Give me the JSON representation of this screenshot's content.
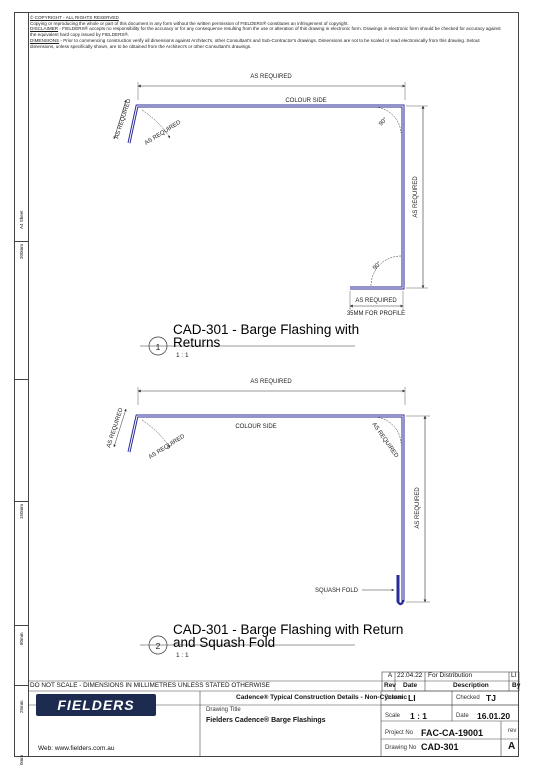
{
  "notice": {
    "copyright_heading": "© COPYRIGHT - ALL RIGHTS RESERVED",
    "copyright_text": "Copying or reproducing the whole or part of this document in any form without the written permission of FIELDERS® constitutes an infringement of copyright.",
    "disclaimer_heading": "DISCLAIMER",
    "disclaimer_line1": " - FIELDERS® accepts no responsibility for the accuracy or for any consequence resulting from the use or alteration of this drawing in electronic form.  Drawings in electronic form should be checked for accuracy against",
    "disclaimer_line2": "the equivalent hard copy issued by FIELDERS®.",
    "dimensions_heading": "DIMENSIONS",
    "dimensions_line1": " - Prior to commencing construction verify all dimensions against Architect's, other Consultant's and Sub-Contractor's drawings. Dimensions are not to be scaled or read electronically from this drawing. Setout",
    "dimensions_line2": "dimensions, unless specifically shown, are to be obtained from the Architect's or other Consultant's drawings."
  },
  "sidebar": {
    "sheet": "A4 Sheet",
    "scale_200": "200mm",
    "scale_150": "150mm",
    "scale_80": "80mm",
    "scale_25": "25mm",
    "scale_0": "0mm"
  },
  "drawing1": {
    "top_dim": "AS REQUIRED",
    "colour_side": "COLOUR SIDE",
    "return_dim": "AS REQUIRED",
    "return_dim2": "AS REQUIRED",
    "angle_top": "90°",
    "angle_bottom": "90°",
    "height_dim": "AS REQUIRED",
    "bottom_dim": "AS REQUIRED",
    "profile_note": "35MM FOR PROFILE",
    "number": "1",
    "title_line1": "CAD-301 - Barge Flashing with",
    "title_line2": "Returns",
    "scale": "1 : 1"
  },
  "drawing2": {
    "top_dim": "AS REQUIRED",
    "colour_side": "COLOUR SIDE",
    "return_dim": "AS REQUIRED",
    "return_dim2": "AS REQUIRED",
    "corner_dim": "AS REQUIRED",
    "height_dim": "AS REQUIRED",
    "squash_note": "SQUASH FOLD",
    "number": "2",
    "title_line1": "CAD-301 - Barge Flashing with Return",
    "title_line2": "and Squash Fold",
    "scale": "1 : 1"
  },
  "revision": {
    "rev": "A",
    "date": "22.04.22",
    "description": "For Distribution",
    "by": "LI",
    "col_rev": "Rev",
    "col_date": "Date",
    "col_description": "Description",
    "col_by": "By"
  },
  "title_block": {
    "do_not_scale": "DO NOT SCALE - DIMENSIONS IN MILLIMETRES UNLESS STATED OTHERWISE",
    "brand": "FIELDERS",
    "website": "Web: www.fielders.com.au",
    "series": "Cadence® Typical Construction Details - Non-Cyclonic",
    "drawing_title_label": "Drawing Title",
    "drawing_title": "Fielders Cadence® Barge Flashings",
    "drawn_label": "Drawn",
    "drawn": "LI",
    "checked_label": "Checked",
    "checked": "TJ",
    "scale_label": "Scale",
    "scale": "1 : 1",
    "date_label": "Date",
    "date": "16.01.20",
    "project_label": "Project No",
    "project": "FAC-CA-19001",
    "rev_label": "rev",
    "rev": "A",
    "drawing_no_label": "Drawing No",
    "drawing_no": "CAD-301"
  },
  "colors": {
    "flashing": "#2a2a9a",
    "lines": "#333333"
  }
}
